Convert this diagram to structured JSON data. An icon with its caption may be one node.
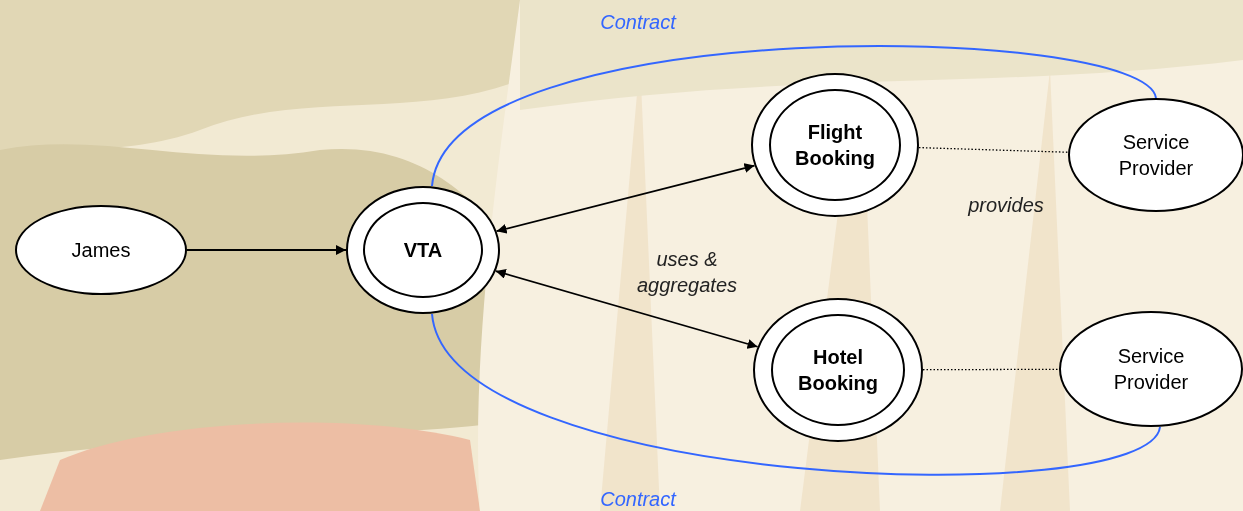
{
  "diagram": {
    "nodes": [
      {
        "text": [
          "James"
        ]
      },
      {
        "text": [
          "VTA"
        ]
      },
      {
        "text": [
          "Flight Booking"
        ]
      },
      {
        "text": [
          "Service Provider"
        ]
      },
      {
        "text": [
          "Hotel Booking"
        ]
      },
      {
        "text": [
          "Service Provider"
        ]
      }
    ],
    "edges": [
      {
        "from": 0,
        "to": 1,
        "arrow": "to"
      },
      {
        "from": 1,
        "to": 2,
        "arrow": "both"
      },
      {
        "from": 1,
        "to": 4,
        "arrow": "both"
      },
      {
        "from": 2,
        "to": 3,
        "arrow": "none",
        "style": "dashed"
      },
      {
        "from": 4,
        "to": 5,
        "arrow": "none",
        "style": "dashed"
      },
      {
        "from": 1,
        "to": 3,
        "arrow": "none",
        "label": "Contract",
        "color": "#3366ff"
      },
      {
        "from": 1,
        "to": 5,
        "arrow": "none",
        "label": "Contract",
        "color": "#3366ff"
      }
    ],
    "labels": [
      "uses & aggregates",
      "provides"
    ]
  }
}
